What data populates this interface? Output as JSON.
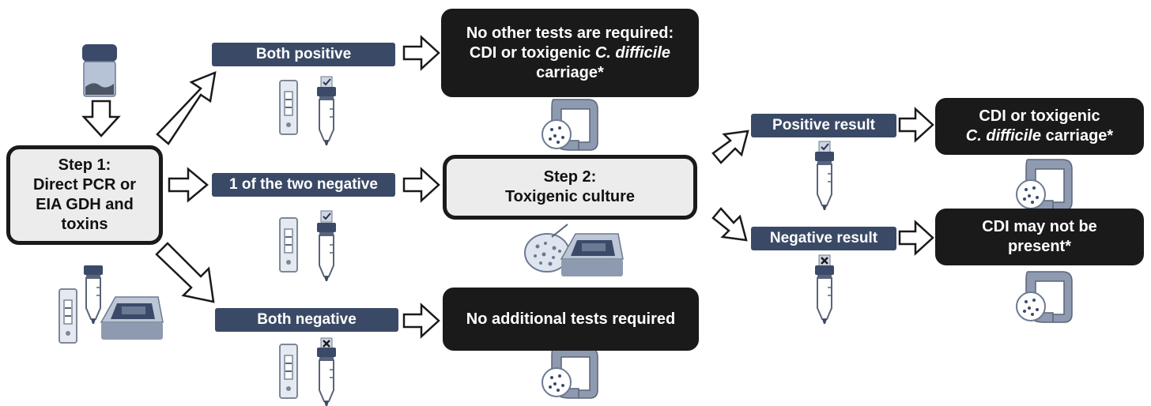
{
  "step1": {
    "lines": [
      "Step 1:",
      "Direct PCR or",
      "EIA GDH and",
      "toxins"
    ]
  },
  "branches": {
    "both_positive": "Both positive",
    "one_negative": "1 of the two negative",
    "both_negative": "Both negative"
  },
  "outcomes": {
    "no_other_tests": {
      "line1": "No other tests are required:",
      "line2_a": "CDI or toxigenic ",
      "line2_b": "C. difficile",
      "line3": "carriage*"
    },
    "no_additional": "No additional tests required",
    "cdi_carriage": {
      "line1": "CDI or toxigenic",
      "line2_a": "C. difficile",
      "line2_b": " carriage*"
    },
    "cdi_not_present": {
      "line1": "CDI may not be",
      "line2": "present*"
    }
  },
  "step2": {
    "line1": "Step 2:",
    "line2": "Toxigenic culture"
  },
  "results": {
    "positive": "Positive result",
    "negative": "Negative result"
  },
  "icons": [
    "specimen-jar-icon",
    "test-cassette-icon",
    "pcr-tube-icon",
    "checkbox-checked-icon",
    "checkbox-crossed-icon",
    "analyzer-device-icon",
    "petri-dish-icon",
    "intestine-icon"
  ],
  "colors": {
    "step_box_fill": "#ececec",
    "outcome_box_fill": "#1a1a1a",
    "label_pill_fill": "#3a4a66",
    "icon_gray": "#8a94a6"
  }
}
